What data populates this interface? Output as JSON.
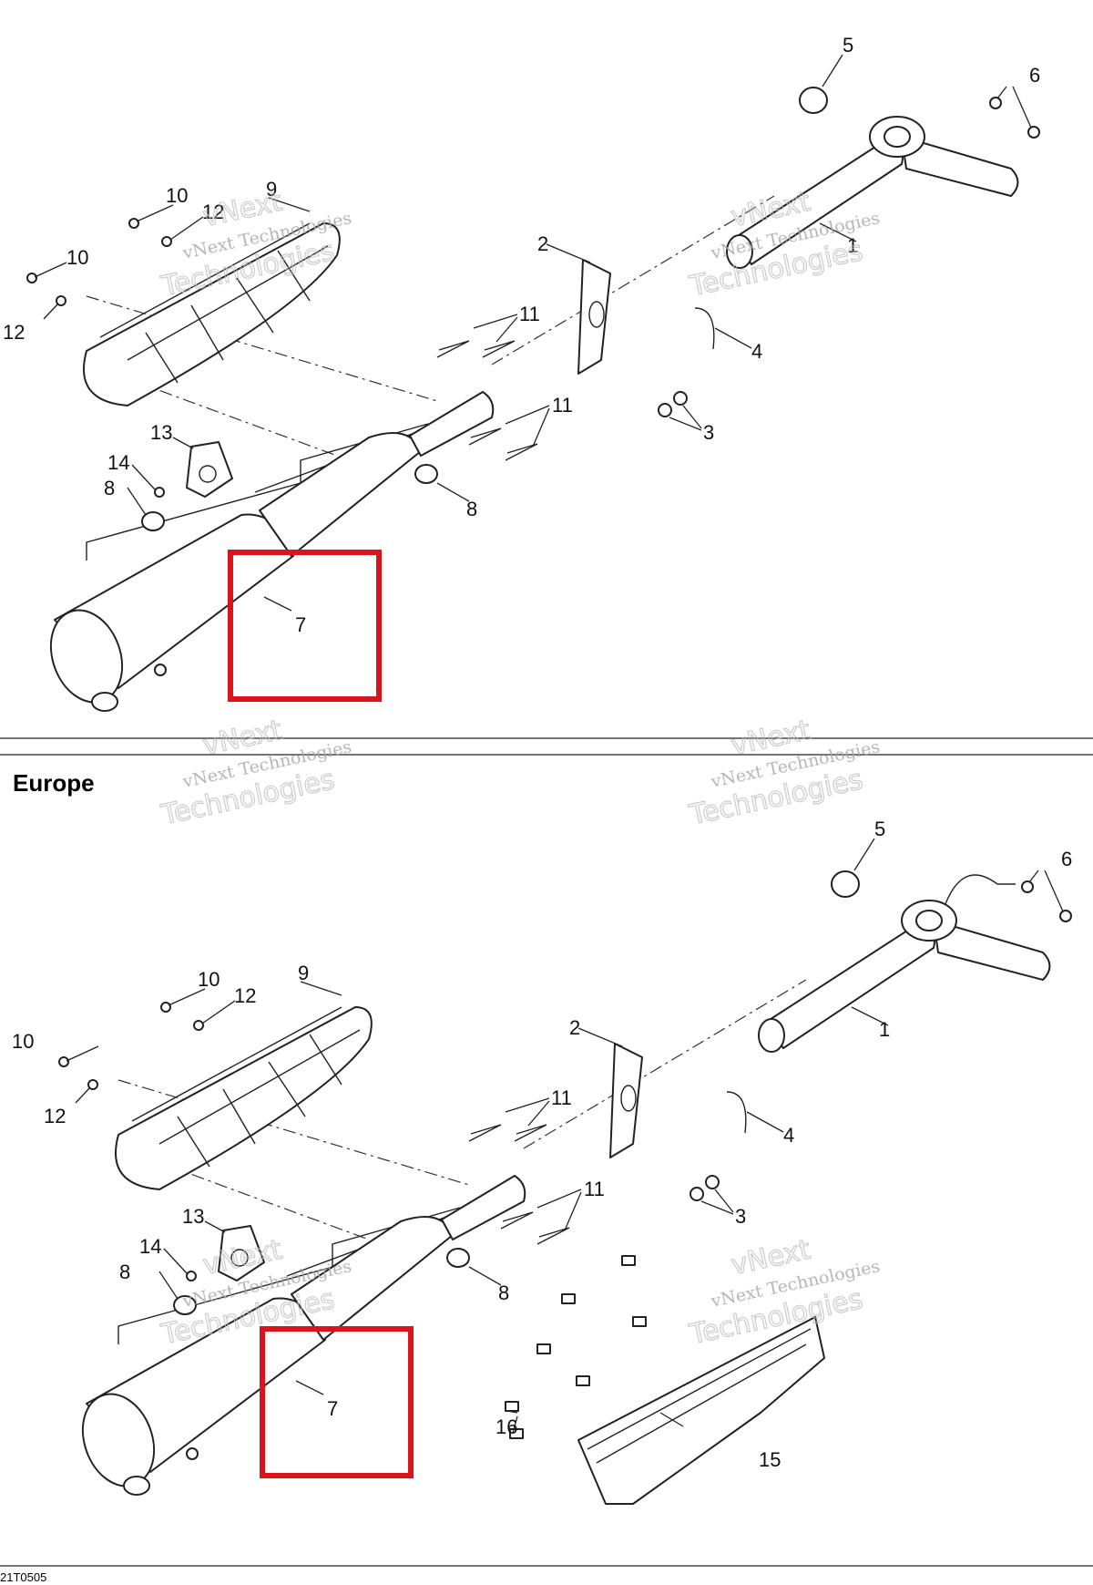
{
  "section": {
    "title": "Europe"
  },
  "watermark": {
    "line1": "vNext",
    "line2": "vNext Technologies",
    "line3": "Technologies"
  },
  "footer": {
    "code": "21T0505"
  },
  "highlight": {
    "color": "#d9141b"
  },
  "callouts": {
    "top": {
      "c1": "1",
      "c2": "2",
      "c3": "3",
      "c4": "4",
      "c5": "5",
      "c6": "6",
      "c7": "7",
      "c8a": "8",
      "c8b": "8",
      "c9": "9",
      "c10a": "10",
      "c10b": "10",
      "c11a": "11",
      "c11b": "11",
      "c12a": "12",
      "c12b": "12",
      "c13": "13",
      "c14": "14"
    },
    "bottom": {
      "c1": "1",
      "c2": "2",
      "c3": "3",
      "c4": "4",
      "c5": "5",
      "c6": "6",
      "c7": "7",
      "c8a": "8",
      "c8b": "8",
      "c9": "9",
      "c10a": "10",
      "c10b": "10",
      "c11a": "11",
      "c11b": "11",
      "c12a": "12",
      "c12b": "12",
      "c13": "13",
      "c14": "14",
      "c15": "15",
      "c16": "16"
    }
  }
}
